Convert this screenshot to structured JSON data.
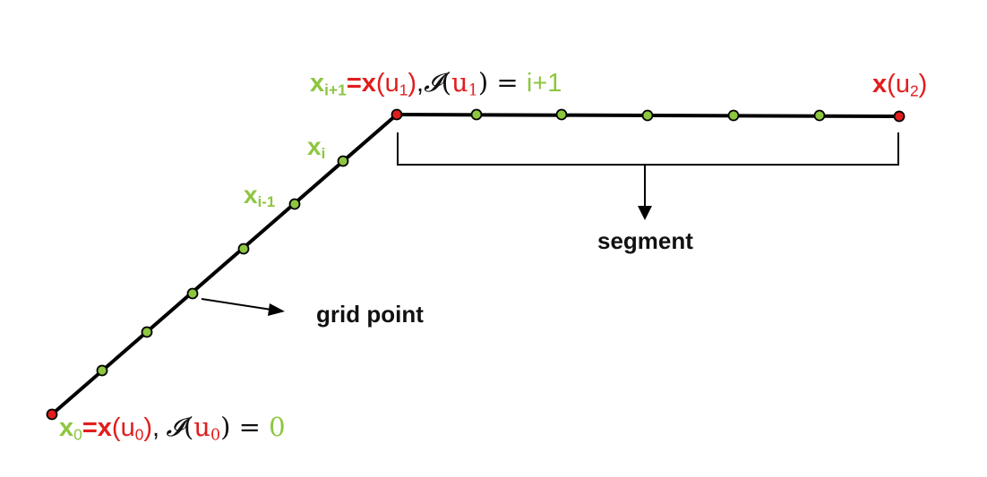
{
  "colors": {
    "line": "#000000",
    "grid_point": "#8dc63f",
    "endpoint": "#e11d1d",
    "green_text": "#8dc63f",
    "red_text": "#e11d1d"
  },
  "labels": {
    "x0": {
      "var": "x",
      "sub": "0",
      "eq": "=",
      "fn": "x",
      "paren_open": "(",
      "u": "u",
      "u_sub": "0",
      "paren_close": ")",
      "sep": ",",
      "I": "𝓘",
      "I_open": "(",
      "I_u": "u",
      "I_u_sub": "0",
      "I_close": ")",
      "equals": " = ",
      "value": "0"
    },
    "xi1": {
      "var": "x",
      "sub": "i+1",
      "eq": "=",
      "fn": "x",
      "paren_open": "(",
      "u": "u",
      "u_sub": "1",
      "paren_close": ")",
      "sep": ",",
      "I": "𝓘",
      "I_open": "(",
      "I_u": "u",
      "I_u_sub": "1",
      "I_close": ")",
      "equals": " = ",
      "value": "i+1"
    },
    "xu2": {
      "fn": "x",
      "paren_open": "(",
      "u": "u",
      "u_sub": "2",
      "paren_close": ")"
    },
    "xi": {
      "var": "x",
      "sub": "i"
    },
    "xim1": {
      "var": "x",
      "sub": "i-1"
    },
    "segment": "segment",
    "grid_point": "grid point"
  }
}
